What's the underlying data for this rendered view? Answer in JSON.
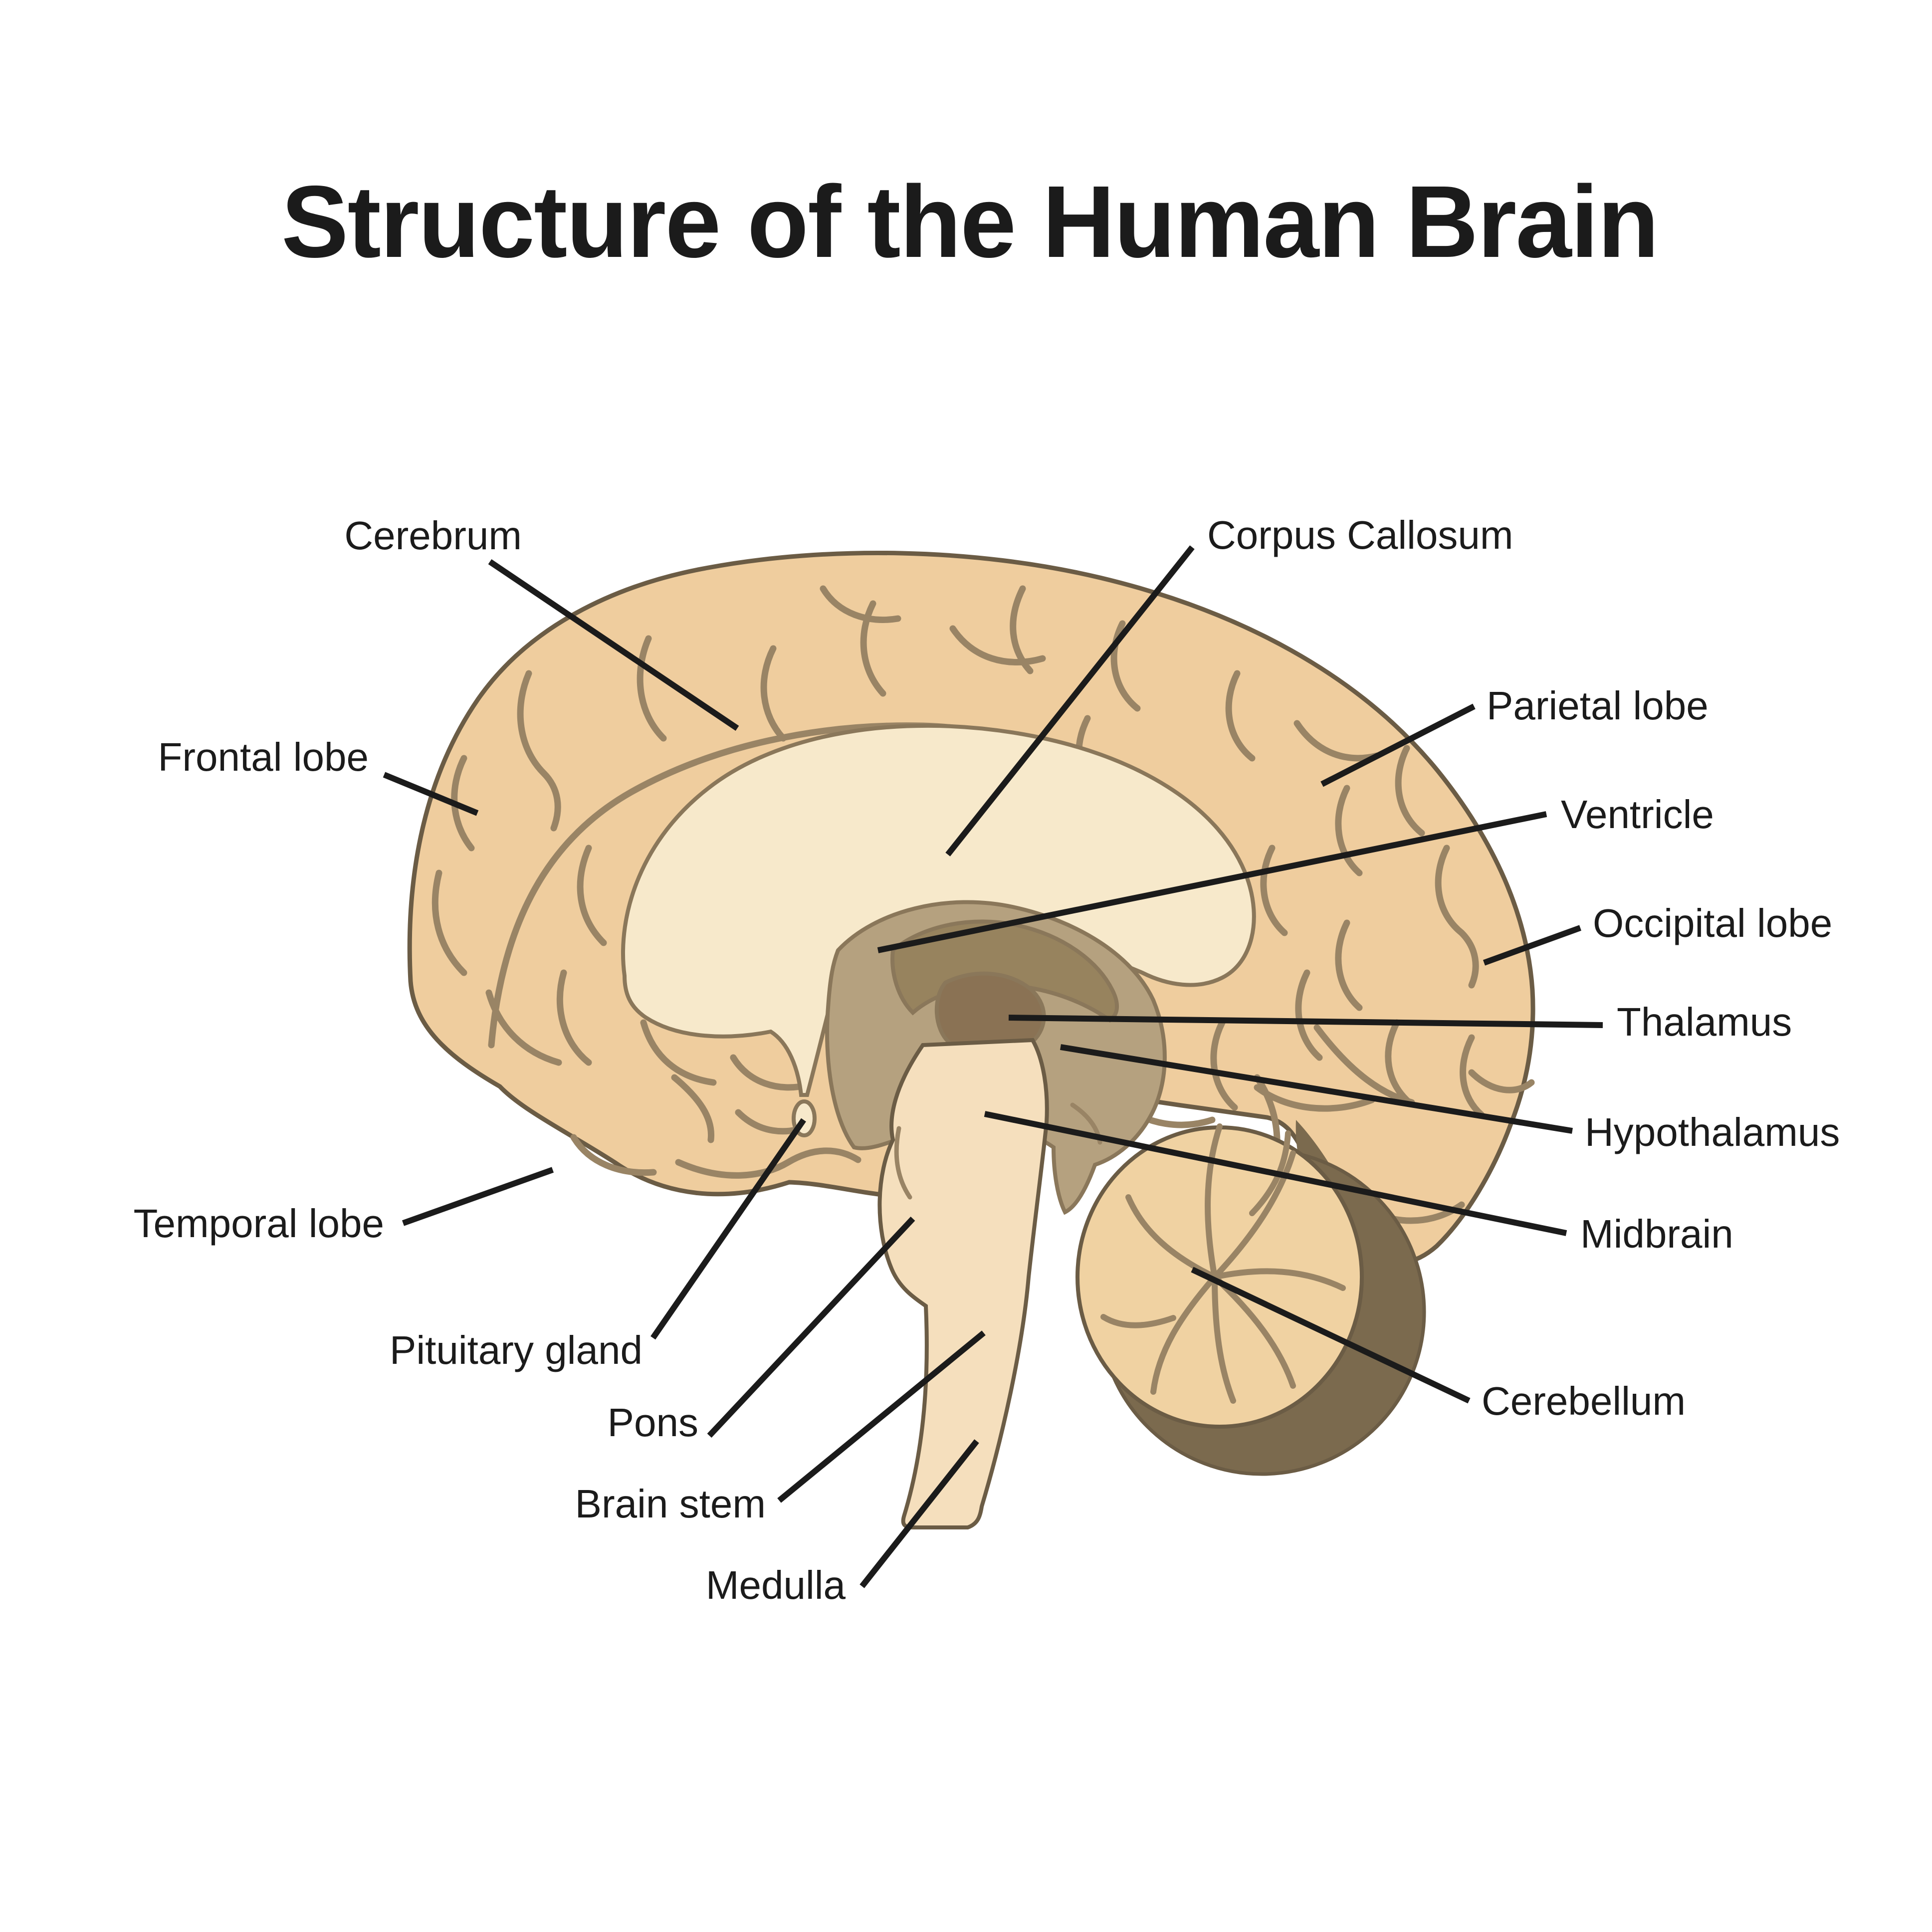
{
  "title": "Structure of the Human Brain",
  "diagram": {
    "type": "labeled-anatomy-diagram",
    "subject": "human brain, sagittal section",
    "labels": [
      {
        "id": "cerebrum",
        "text": "Cerebrum"
      },
      {
        "id": "corpus-callosum",
        "text": "Corpus Callosum"
      },
      {
        "id": "frontal-lobe",
        "text": "Frontal lobe"
      },
      {
        "id": "parietal-lobe",
        "text": "Parietal lobe"
      },
      {
        "id": "ventricle",
        "text": "Ventricle"
      },
      {
        "id": "occipital-lobe",
        "text": "Occipital lobe"
      },
      {
        "id": "thalamus",
        "text": "Thalamus"
      },
      {
        "id": "hypothalamus",
        "text": "Hypothalamus"
      },
      {
        "id": "midbrain",
        "text": "Midbrain"
      },
      {
        "id": "temporal-lobe",
        "text": "Temporal lobe"
      },
      {
        "id": "pituitary-gland",
        "text": "Pituitary gland"
      },
      {
        "id": "pons",
        "text": "Pons"
      },
      {
        "id": "brain-stem",
        "text": "Brain stem"
      },
      {
        "id": "medulla",
        "text": "Medulla"
      },
      {
        "id": "cerebellum",
        "text": "Cerebellum"
      }
    ]
  },
  "colors": {
    "background": "#ffffff",
    "ink": "#1b1b1b",
    "leader": "#1b1b1b",
    "cortex": "#efcd9e",
    "cortex_outline": "#6b5c45",
    "sulcus": "#998465",
    "corpus_callosum": "#f7e9cb",
    "band_outline": "#8a775a",
    "inner_mass": "#b5a17f",
    "ventricle_dark": "#97835e",
    "thalamus_dark": "#8a7254",
    "brainstem": "#f5dfbd",
    "cerebellum_dark": "#7b6a4e",
    "cerebellum_body": "#f0d2a2"
  }
}
